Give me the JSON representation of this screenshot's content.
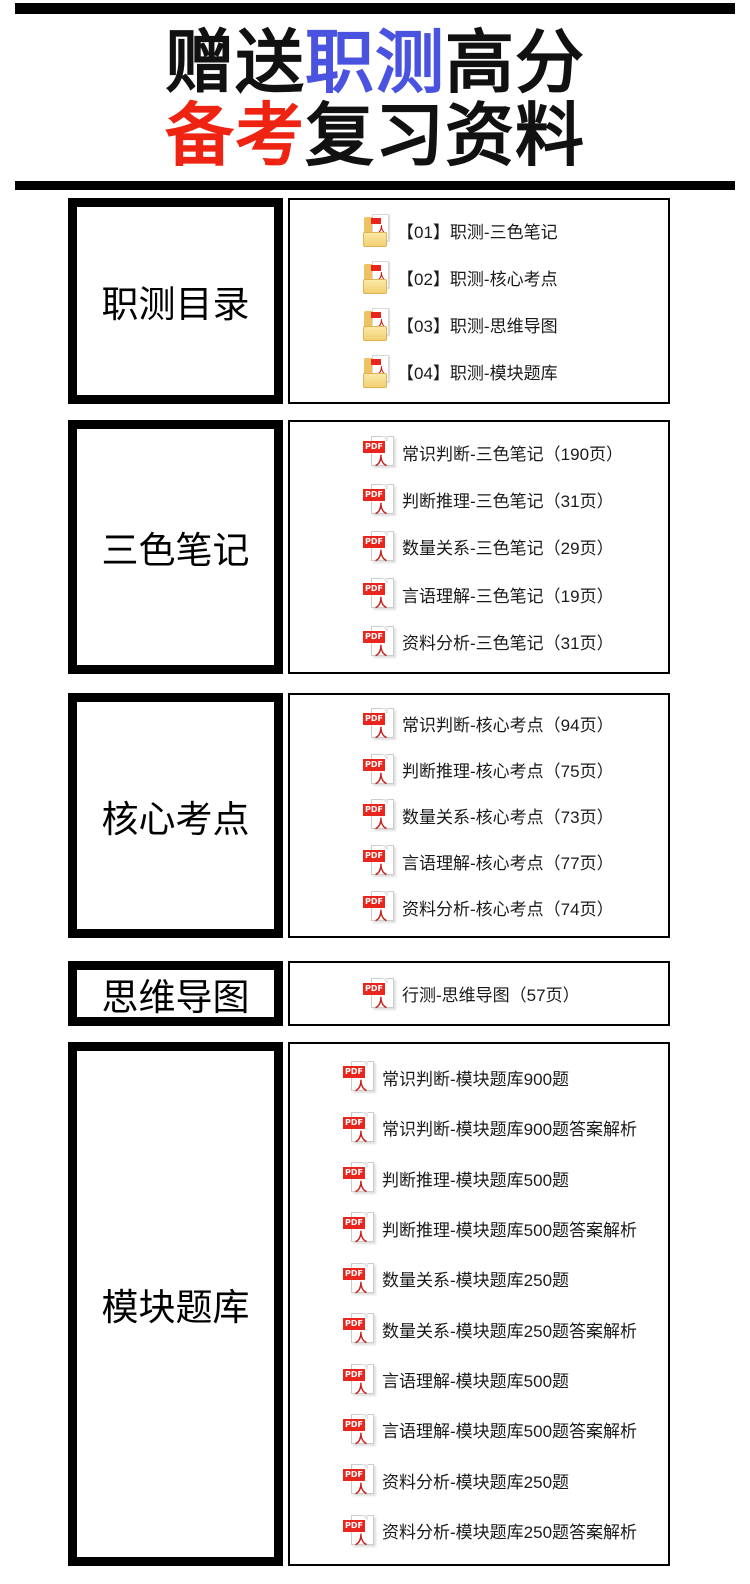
{
  "header": {
    "title_line1": [
      {
        "text": "赠送",
        "color": "#111111"
      },
      {
        "text": "职测",
        "color": "#4a52e0"
      },
      {
        "text": "高分",
        "color": "#111111"
      }
    ],
    "title_line2": [
      {
        "text": "备考",
        "color": "#ee2312"
      },
      {
        "text": "复习资料",
        "color": "#111111"
      }
    ]
  },
  "icons": {
    "pdf_badge_text": "PDF",
    "pdf_glyph": "人"
  },
  "colors": {
    "bar_black": "#000000",
    "accent_blue": "#4a52e0",
    "accent_red": "#ee2312",
    "pdf_banner_red": "#e8261d",
    "folder_yellow": "#eec163"
  },
  "sections": [
    {
      "label": "职测目录",
      "icon_type": "folder",
      "items": [
        "【01】职测-三色笔记",
        "【02】职测-核心考点",
        "【03】职测-思维导图",
        "【04】职测-模块题库"
      ]
    },
    {
      "label": "三色笔记",
      "icon_type": "pdf",
      "items": [
        "常识判断-三色笔记（190页）",
        "判断推理-三色笔记（31页）",
        "数量关系-三色笔记（29页）",
        "言语理解-三色笔记（19页）",
        "资料分析-三色笔记（31页）"
      ]
    },
    {
      "label": "核心考点",
      "icon_type": "pdf",
      "items": [
        "常识判断-核心考点（94页）",
        "判断推理-核心考点（75页）",
        "数量关系-核心考点（73页）",
        "言语理解-核心考点（77页）",
        "资料分析-核心考点（74页）"
      ]
    },
    {
      "label": "思维导图",
      "icon_type": "pdf",
      "items": [
        "行测-思维导图（57页）"
      ]
    },
    {
      "label": "模块题库",
      "icon_type": "pdf",
      "items": [
        "常识判断-模块题库900题",
        "常识判断-模块题库900题答案解析",
        "判断推理-模块题库500题",
        "判断推理-模块题库500题答案解析",
        "数量关系-模块题库250题",
        "数量关系-模块题库250题答案解析",
        "言语理解-模块题库500题",
        "言语理解-模块题库500题答案解析",
        "资料分析-模块题库250题",
        "资料分析-模块题库250题答案解析"
      ]
    }
  ]
}
